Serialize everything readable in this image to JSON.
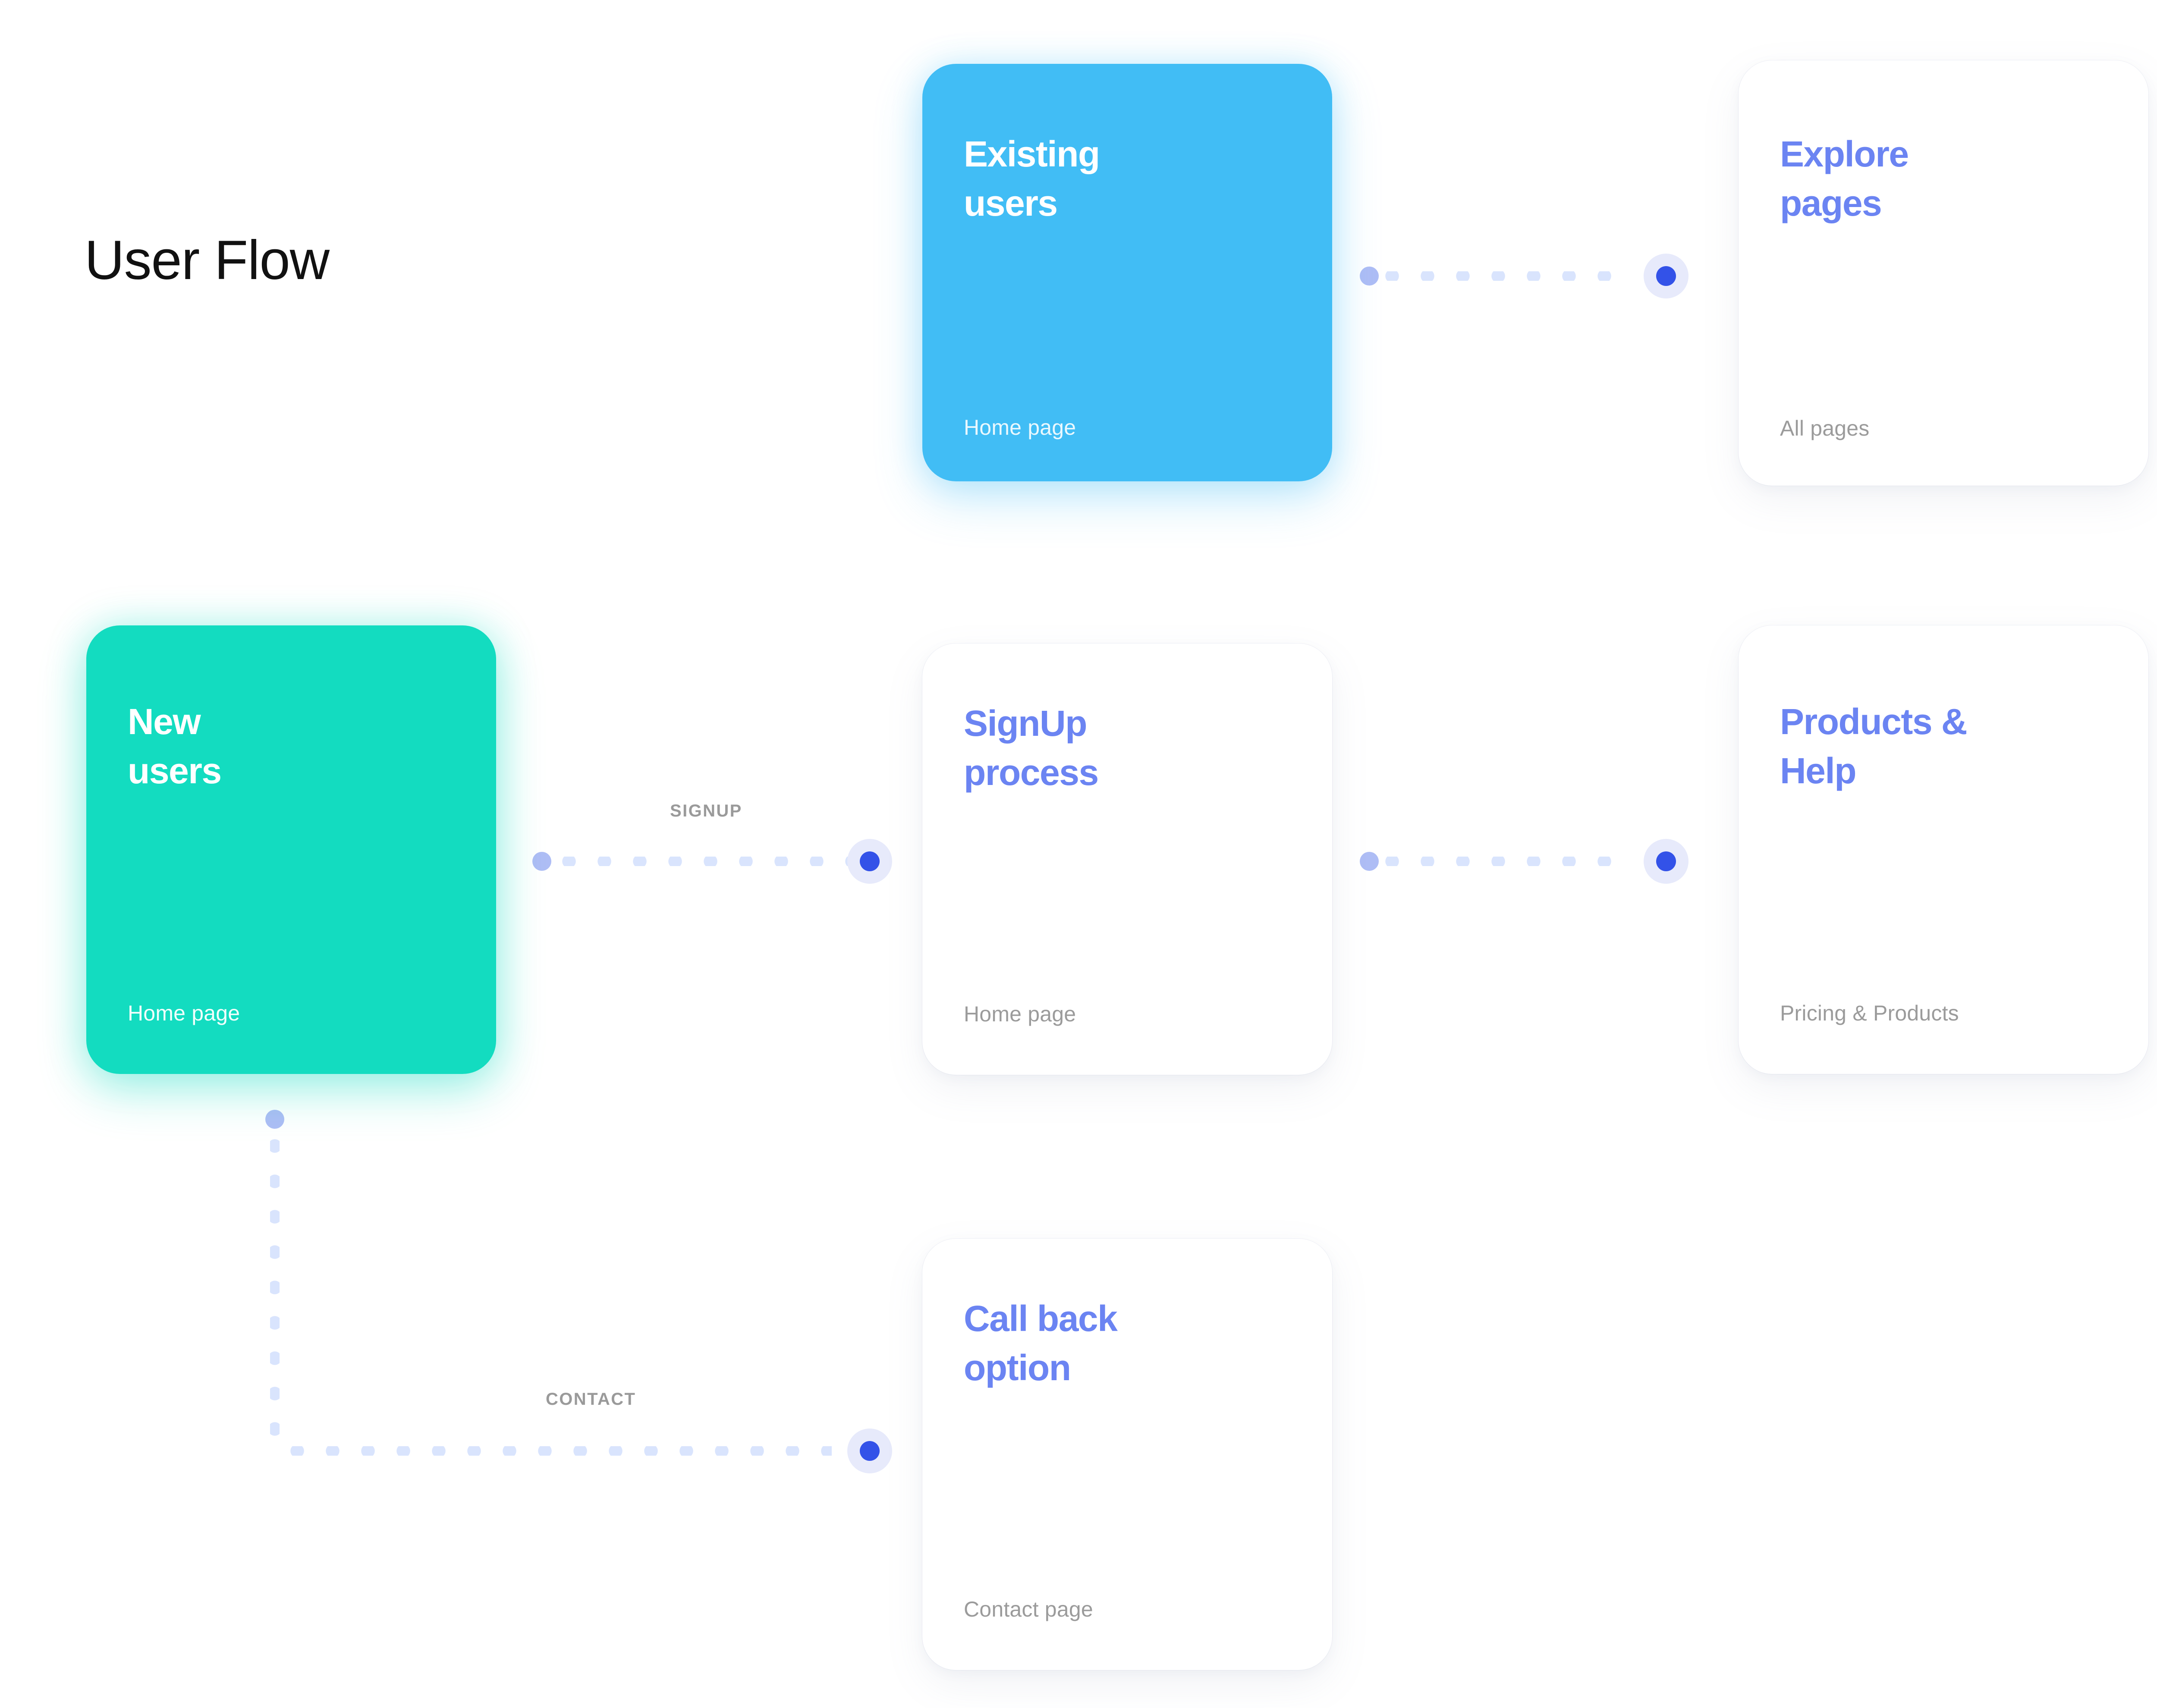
{
  "page": {
    "title": "User Flow",
    "background": "#ffffff"
  },
  "colors": {
    "blue_card": "#41bdf5",
    "green_card": "#13dcc0",
    "card_title_blue": "#6b84f2",
    "card_subtitle_gray": "#9b9b9b",
    "connector_dot": "#d9e4fd",
    "connector_start_dot": "#aebdf5",
    "connector_end_core": "#3352e8",
    "connector_end_halo": "#e7eafb",
    "connector_label": "#9a9a9a",
    "title_text": "#111111"
  },
  "cards": {
    "existing_users": {
      "title": "Existing\nusers",
      "subtitle": "Home page"
    },
    "explore_pages": {
      "title": "Explore\npages",
      "subtitle": "All pages"
    },
    "new_users": {
      "title": "New\nusers",
      "subtitle": "Home page"
    },
    "signup_process": {
      "title": "SignUp\nprocess",
      "subtitle": "Home page"
    },
    "products_help": {
      "title": "Products &\nHelp",
      "subtitle": "Pricing & Products"
    },
    "callback_option": {
      "title": "Call back\noption",
      "subtitle": "Contact page"
    }
  },
  "connectors": {
    "existing_to_explore": {
      "label": ""
    },
    "new_to_signup": {
      "label": "SIGNUP"
    },
    "signup_to_products": {
      "label": ""
    },
    "new_to_callback": {
      "label": "CONTACT"
    }
  }
}
